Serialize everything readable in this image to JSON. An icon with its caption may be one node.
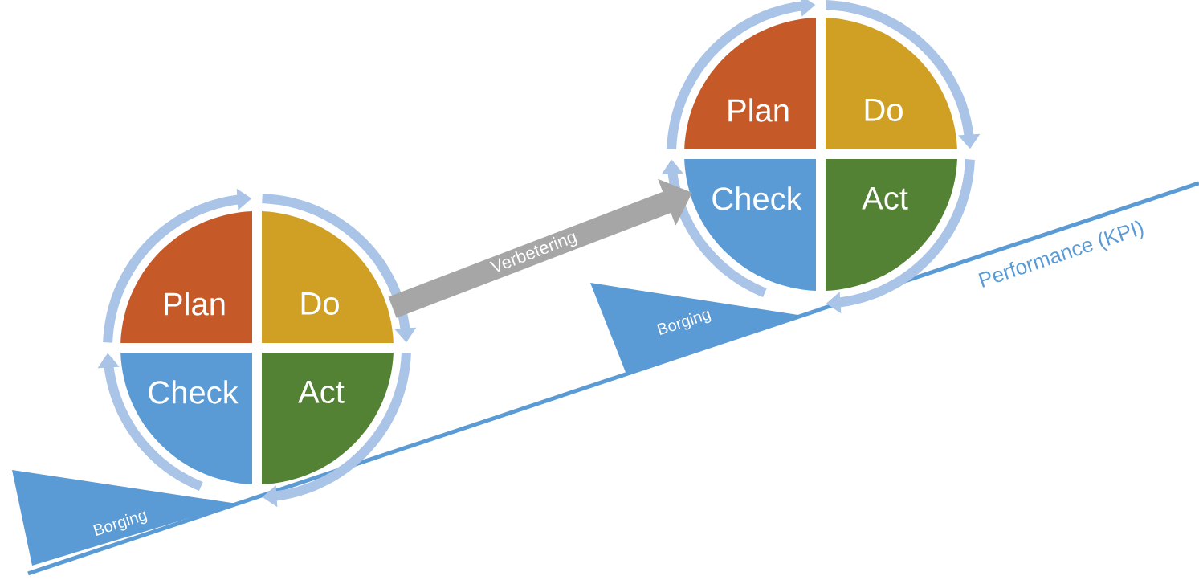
{
  "diagram": {
    "nodes": [
      {
        "text": [
          "Plan"
        ]
      },
      {
        "text": [
          "Do"
        ]
      },
      {
        "text": [
          "Check"
        ]
      },
      {
        "text": [
          "Act"
        ]
      },
      {
        "text": [
          "Plan"
        ]
      },
      {
        "text": [
          "Do"
        ]
      },
      {
        "text": [
          "Check"
        ]
      },
      {
        "text": [
          "Act"
        ]
      },
      {
        "text": [
          "Borging"
        ]
      },
      {
        "text": [
          "Borging"
        ]
      }
    ],
    "edges": [
      {
        "from": 1,
        "to": 6,
        "arrow": "to",
        "label": "Verbetering",
        "color": "#a6a6a6"
      }
    ],
    "labels": [
      "Performance (KPI)"
    ]
  }
}
